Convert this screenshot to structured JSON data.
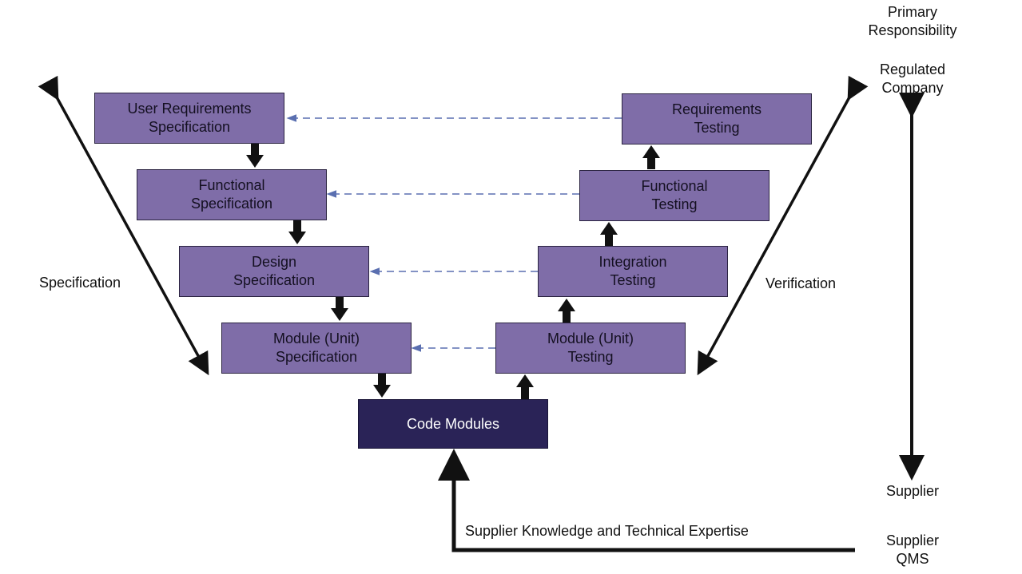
{
  "left_boxes": [
    {
      "text": "User Requirements\nSpecification"
    },
    {
      "text": "Functional\nSpecification"
    },
    {
      "text": "Design\nSpecification"
    },
    {
      "text": "Module (Unit)\nSpecification"
    }
  ],
  "right_boxes": [
    {
      "text": "Requirements\nTesting"
    },
    {
      "text": "Functional\nTesting"
    },
    {
      "text": "Integration\nTesting"
    },
    {
      "text": "Module (Unit)\nTesting"
    }
  ],
  "bottom_box": {
    "text": "Code Modules"
  },
  "labels": {
    "specification": "Specification",
    "verification": "Verification",
    "primary_responsibility": "Primary\nResponsibility",
    "regulated_company": "Regulated\nCompany",
    "supplier": "Supplier",
    "supplier_qms": "Supplier\nQMS",
    "supplier_knowledge": "Supplier Knowledge and Technical Expertise"
  },
  "colors": {
    "box_fill": "#7f6da8",
    "code_fill": "#2a2357",
    "dashed_arrow": "#5a6fb0",
    "solid_arrow": "#111111"
  }
}
